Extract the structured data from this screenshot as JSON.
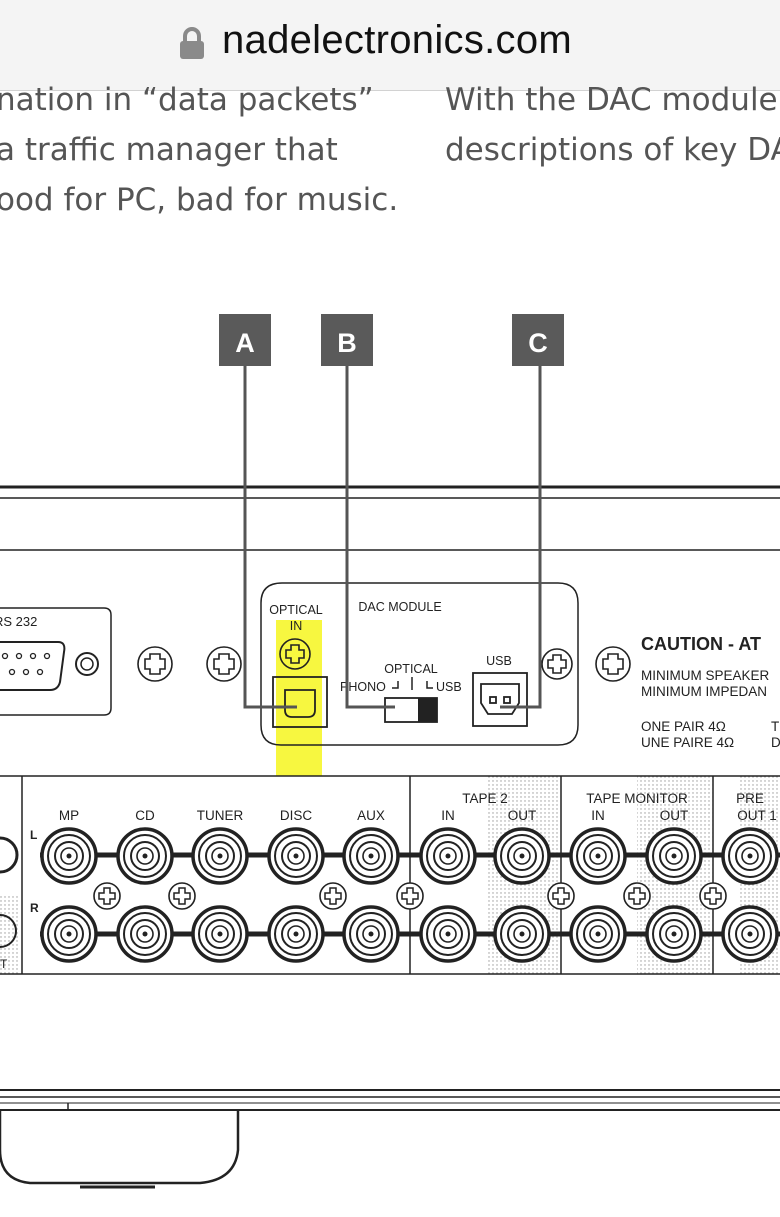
{
  "browser": {
    "url": "nadelectronics.com",
    "lock_icon": "lock-icon"
  },
  "article": {
    "left_lines": [
      "nation in “data packets”",
      "a traffic manager that",
      "ood for PC, bad for music."
    ],
    "right_lines": [
      "With the DAC module n",
      "descriptions of key DAC"
    ]
  },
  "diagram": {
    "callouts": [
      "A",
      "B",
      "C"
    ],
    "rs232": "RS 232",
    "dac_module": "DAC MODULE",
    "optical_in_line1": "OPTICAL",
    "optical_in_line2": "IN",
    "switch_optical": "OPTICAL",
    "switch_phono": "PHONO",
    "switch_usb": "USB",
    "usb": "USB",
    "caution_title": "CAUTION - AT",
    "caution_line1": "MINIMUM SPEAKER",
    "caution_line2": "MINIMUM IMPEDAN",
    "caution_line3": "ONE PAIR  4Ω",
    "caution_line4": "UNE PAIRE  4Ω",
    "caution_line3_tail": "T",
    "caution_line4_tail": "D",
    "channel_left": "L",
    "channel_right": "R",
    "inputs": [
      "MP",
      "CD",
      "TUNER",
      "DISC",
      "AUX"
    ],
    "tape2": "TAPE 2",
    "tape2_in": "IN",
    "tape2_out": "OUT",
    "tape_monitor": "TAPE  MONITOR",
    "tape_monitor_in": "IN",
    "tape_monitor_out": "OUT",
    "pre": "PRE",
    "pre_out": "OUT  1",
    "left_edge_text": "T"
  },
  "colors": {
    "callout_bg": "#5a5a5a",
    "highlight": "#f4f400",
    "line": "#222222"
  }
}
